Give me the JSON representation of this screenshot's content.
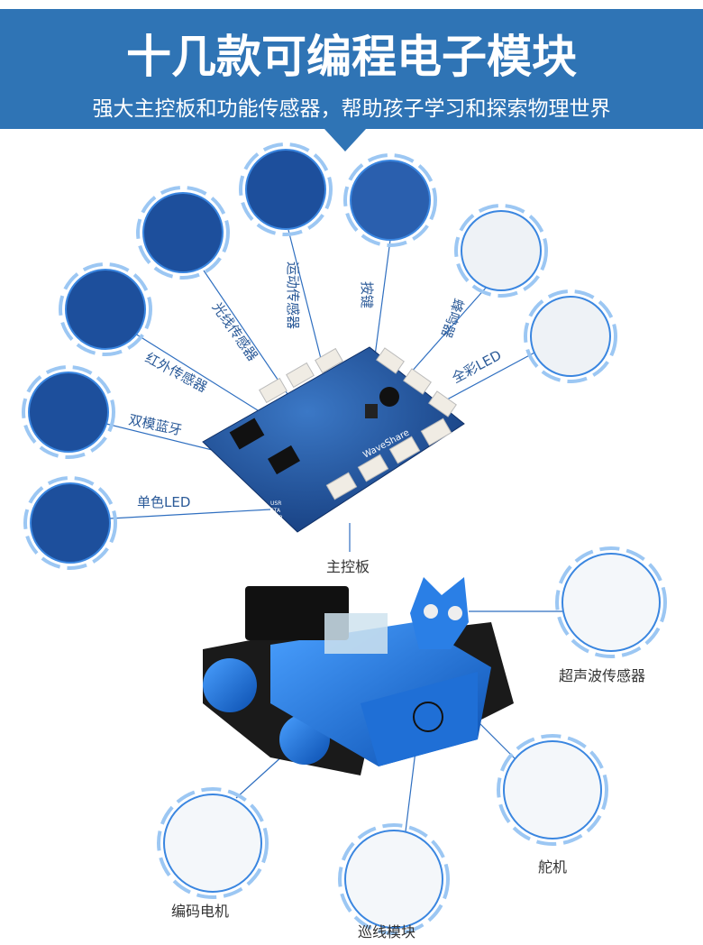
{
  "header": {
    "title": "十几款可编程电子模块",
    "subtitle": "强大主控板和功能传感器，帮助孩子学习和探索物理世界",
    "color": "#2f74b5"
  },
  "modules": {
    "light_sensor": "光线传感器",
    "motion_sensor": "运动传感器",
    "button": "按键",
    "buzzer": "蜂鸣器",
    "rgb_led": "全彩LED",
    "ir_sensor": "红外传感器",
    "bluetooth": "双模蓝牙",
    "mono_led": "单色LED",
    "main_board": "主控板",
    "ultrasonic": "超声波传感器",
    "servo": "舵机",
    "line_tracking": "巡线模块",
    "encoder_motor": "编码电机"
  },
  "board": {
    "brand": "WaveShare",
    "led_labels": [
      "USR",
      "STA",
      "PWR"
    ]
  },
  "colors": {
    "label": "#2b5a98",
    "ring": "#3a86e0",
    "ring_outer": "#9cc7f3",
    "board": "#1e4f9a",
    "robot": "#1f6fd6"
  }
}
